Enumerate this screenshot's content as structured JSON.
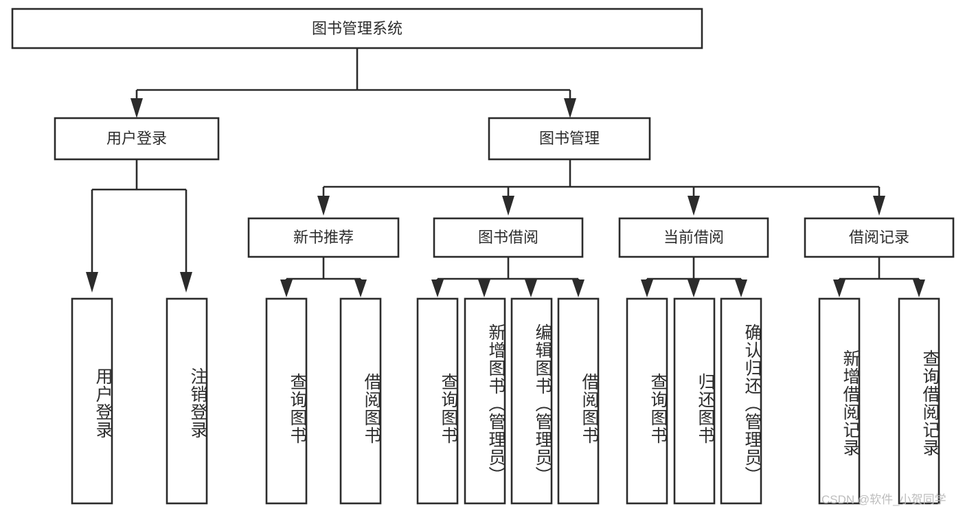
{
  "diagram": {
    "type": "tree-hierarchy",
    "title": "图书管理系统",
    "watermark": "CSDN @软件_小贺同学",
    "colors": {
      "stroke": "#2b2b2b",
      "text": "#2d2d2d",
      "background": "#ffffff",
      "watermark": "#bdbdbd"
    },
    "nodes": {
      "root": {
        "label": "图书管理系统",
        "level": 1
      },
      "user_login": {
        "label": "用户登录",
        "level": 2
      },
      "book_manage": {
        "label": "图书管理",
        "level": 2
      },
      "new_book_rec": {
        "label": "新书推荐",
        "level": 3
      },
      "book_borrow": {
        "label": "图书借阅",
        "level": 3
      },
      "current_borrow": {
        "label": "当前借阅",
        "level": 3
      },
      "borrow_record": {
        "label": "借阅记录",
        "level": 3
      },
      "leaf_user_login": {
        "label": "用户登录",
        "level": 4
      },
      "leaf_logout": {
        "label": "注销登录",
        "level": 4
      },
      "leaf_query_book_1": {
        "label": "查询图书",
        "level": 4
      },
      "leaf_borrow_book_1": {
        "label": "借阅图书",
        "level": 4
      },
      "leaf_query_book_2": {
        "label": "查询图书",
        "level": 4
      },
      "leaf_add_book_admin": {
        "label": "新增图书（管理员）",
        "level": 4
      },
      "leaf_edit_book_admin": {
        "label": "编辑图书（管理员）",
        "level": 4
      },
      "leaf_borrow_book_2": {
        "label": "借阅图书",
        "level": 4
      },
      "leaf_query_book_3": {
        "label": "查询图书",
        "level": 4
      },
      "leaf_return_book": {
        "label": "归还图书",
        "level": 4
      },
      "leaf_confirm_return_admin": {
        "label": "确认归还（管理员）",
        "level": 4
      },
      "leaf_add_borrow_record": {
        "label": "新增借阅记录",
        "level": 4
      },
      "leaf_query_borrow_record": {
        "label": "查询借阅记录",
        "level": 4
      }
    },
    "edges": [
      {
        "from": "root",
        "to": "user_login"
      },
      {
        "from": "root",
        "to": "book_manage"
      },
      {
        "from": "user_login",
        "to": "leaf_user_login"
      },
      {
        "from": "user_login",
        "to": "leaf_logout"
      },
      {
        "from": "book_manage",
        "to": "new_book_rec"
      },
      {
        "from": "book_manage",
        "to": "book_borrow"
      },
      {
        "from": "book_manage",
        "to": "current_borrow"
      },
      {
        "from": "book_manage",
        "to": "borrow_record"
      },
      {
        "from": "new_book_rec",
        "to": "leaf_query_book_1"
      },
      {
        "from": "new_book_rec",
        "to": "leaf_borrow_book_1"
      },
      {
        "from": "book_borrow",
        "to": "leaf_query_book_2"
      },
      {
        "from": "book_borrow",
        "to": "leaf_add_book_admin"
      },
      {
        "from": "book_borrow",
        "to": "leaf_edit_book_admin"
      },
      {
        "from": "book_borrow",
        "to": "leaf_borrow_book_2"
      },
      {
        "from": "current_borrow",
        "to": "leaf_query_book_3"
      },
      {
        "from": "current_borrow",
        "to": "leaf_return_book"
      },
      {
        "from": "current_borrow",
        "to": "leaf_confirm_return_admin"
      },
      {
        "from": "borrow_record",
        "to": "leaf_add_borrow_record"
      },
      {
        "from": "borrow_record",
        "to": "leaf_query_borrow_record"
      }
    ]
  }
}
